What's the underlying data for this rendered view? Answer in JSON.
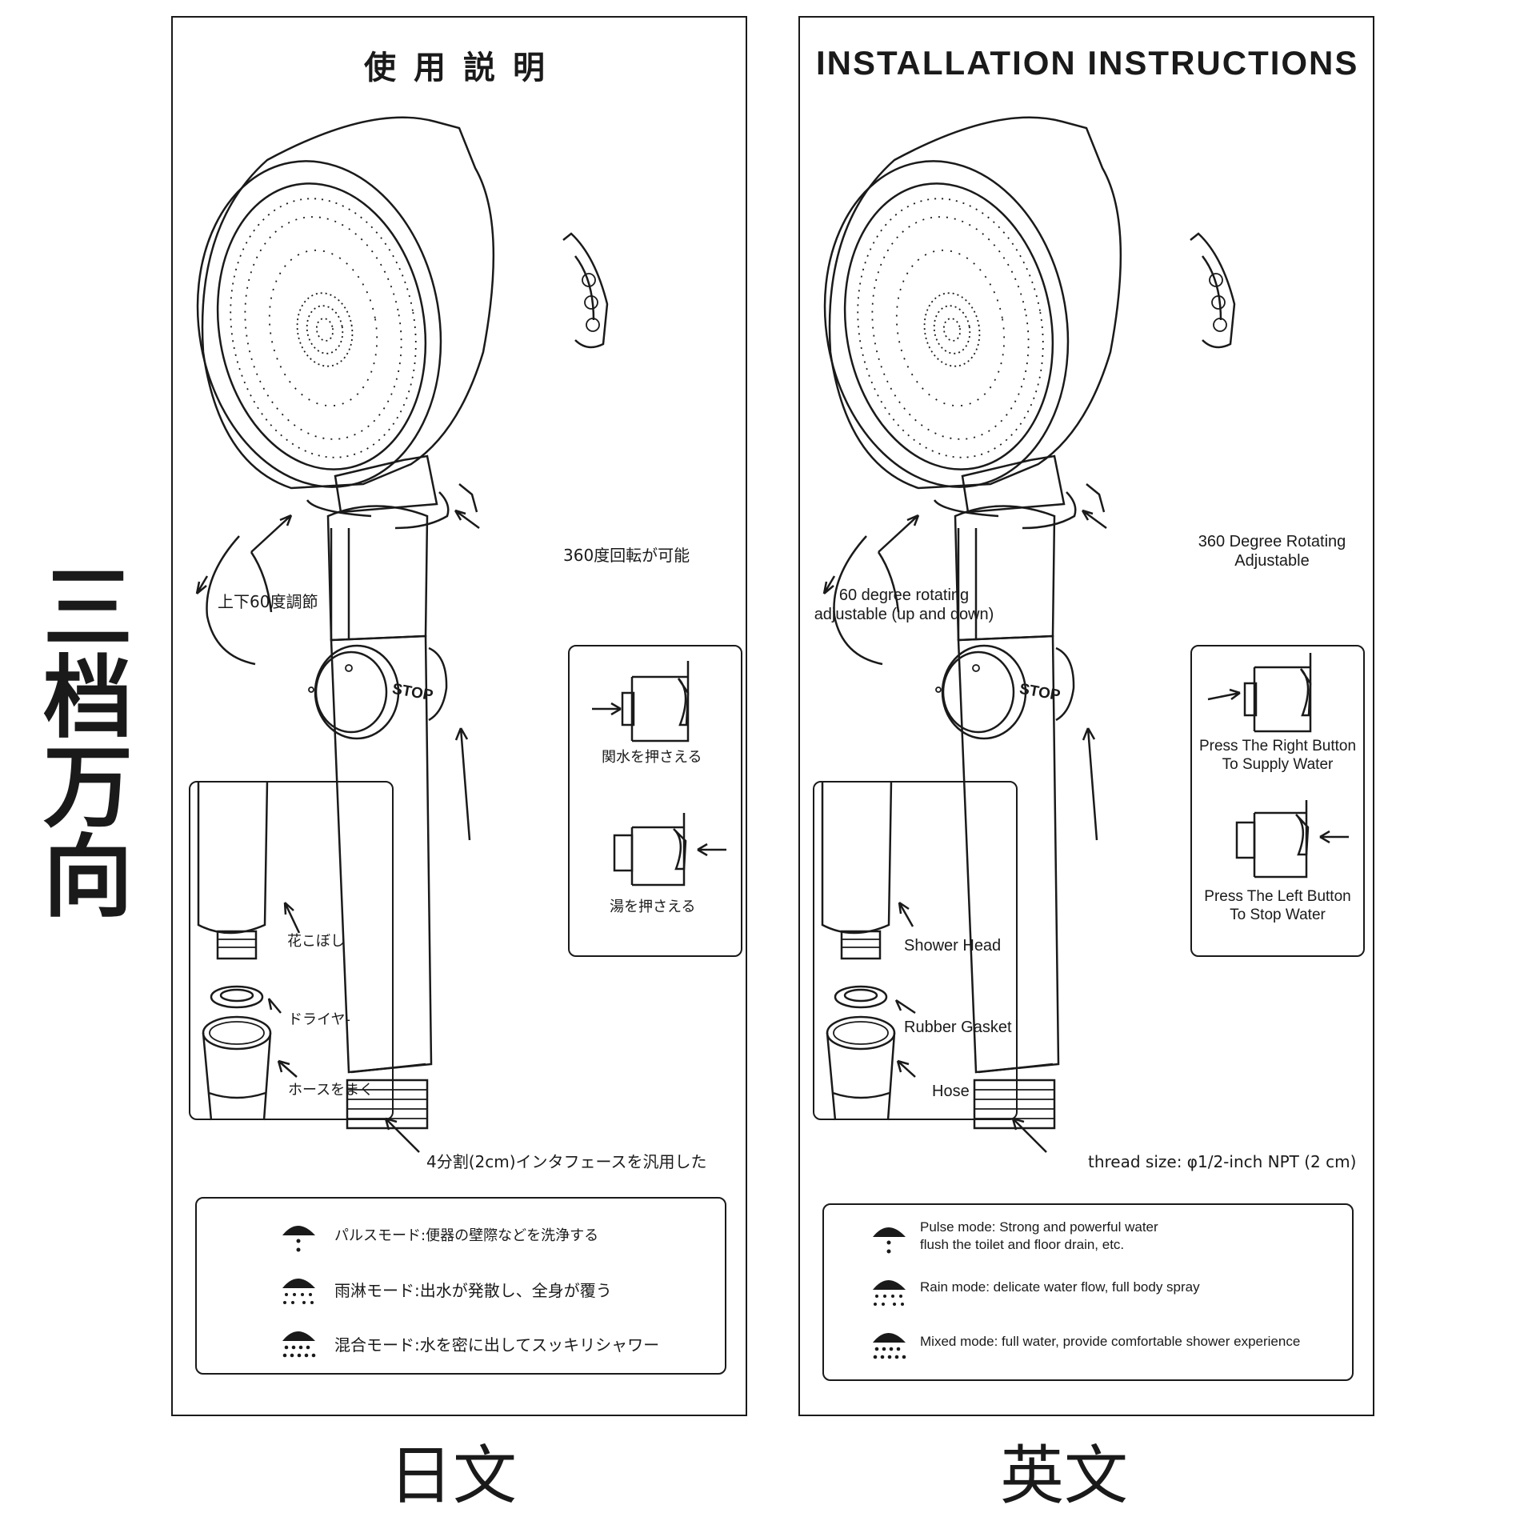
{
  "side_label": "三档万向",
  "jp": {
    "title": "使用説明",
    "footer": "日文",
    "labels": {
      "rotate_360": "360度回転が可能",
      "rotate_60": "上下60度調節",
      "supply": "関水を押さえる",
      "stop": "湯を押さえる",
      "shower_head": "花こぼし",
      "gasket": "ドライヤ-",
      "hose": "ホースをまく",
      "thread": "4分割(2cm)インタフェースを汎用した"
    },
    "modes": [
      {
        "text": "パルスモード:便器の壁際などを洗浄する",
        "icon": "pulse-mode-icon"
      },
      {
        "text": "雨淋モード:出水が発散し、全身が覆う",
        "icon": "rain-mode-icon"
      },
      {
        "text": "混合モード:水を密に出してスッキリシャワー",
        "icon": "mixed-mode-icon"
      }
    ]
  },
  "en": {
    "title": "INSTALLATION INSTRUCTIONS",
    "footer": "英文",
    "labels": {
      "rotate_360_1": "360 Degree Rotating",
      "rotate_360_2": "Adjustable",
      "rotate_60_1": "60 degree rotating",
      "rotate_60_2": "adjustable (up and down)",
      "supply_1": "Press The Right Button",
      "supply_2": "To Supply Water",
      "stop_1": "Press The Left Button",
      "stop_2": "To Stop Water",
      "shower_head": "Shower Head",
      "gasket": "Rubber Gasket",
      "hose": "Hose",
      "thread": "thread size: φ1/2-inch NPT (2 cm)"
    },
    "modes": [
      {
        "line1": "Pulse mode: Strong and powerful water",
        "line2": "flush the toilet and floor drain, etc.",
        "icon": "pulse-mode-icon"
      },
      {
        "line1": "Rain mode: delicate water flow, full body spray",
        "icon": "rain-mode-icon"
      },
      {
        "line1": "Mixed mode: full water, provide comfortable shower experience",
        "icon": "mixed-mode-icon"
      }
    ]
  },
  "device": {
    "stop_label": "STOP"
  }
}
